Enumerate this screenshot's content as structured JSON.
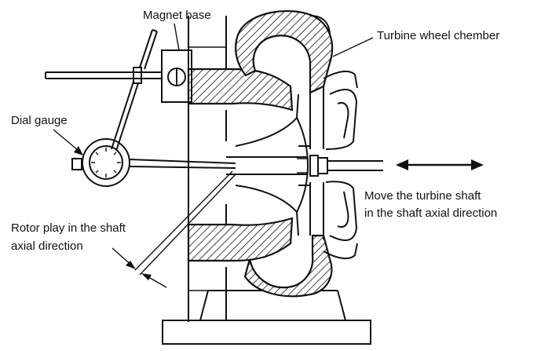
{
  "labels": {
    "magnet_base": "Magnet base",
    "turbine_chamber": "Turbine wheel chember",
    "dial_gauge": "Dial gauge",
    "move_line1": "Move the turbine shaft",
    "move_line2": "in the shaft axial direction",
    "rotor_line1": "Rotor play in the shaft",
    "rotor_line2": "axial direction"
  }
}
